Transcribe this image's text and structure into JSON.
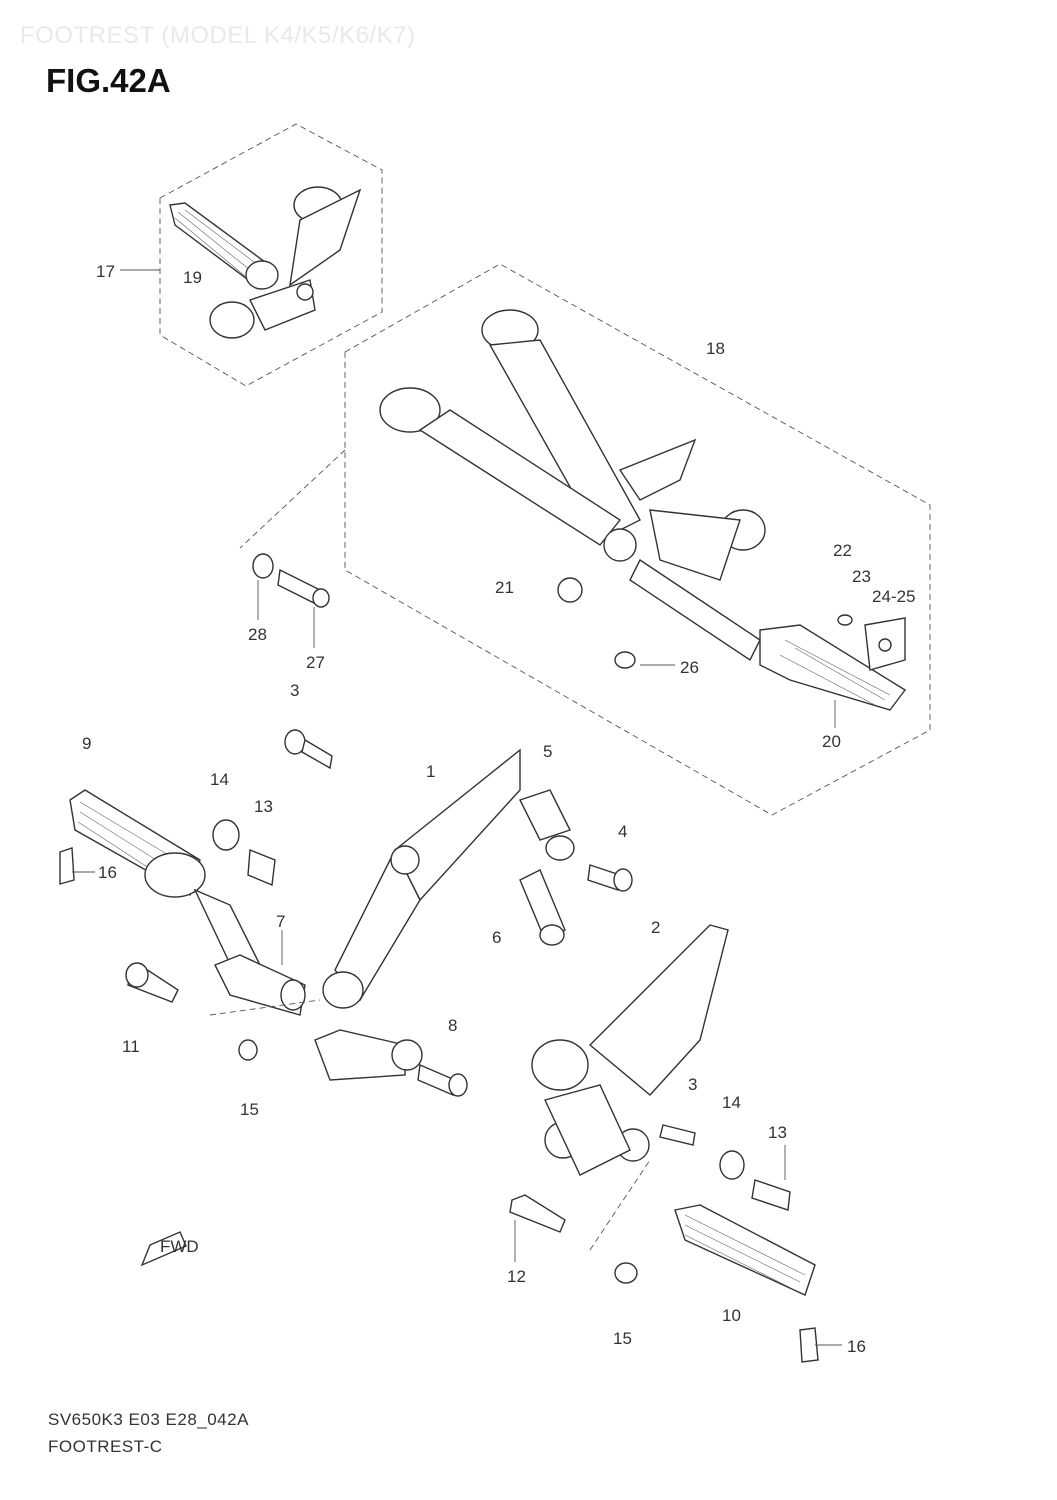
{
  "header": {
    "title": "FOOTREST (MODEL K4/K5/K6/K7)"
  },
  "figure": {
    "number": "FIG.42A"
  },
  "callouts": {
    "c1": "1",
    "c2": "2",
    "c3a": "3",
    "c3b": "3",
    "c4": "4",
    "c5": "5",
    "c6": "6",
    "c7": "7",
    "c8": "8",
    "c9": "9",
    "c10": "10",
    "c11": "11",
    "c12": "12",
    "c13a": "13",
    "c13b": "13",
    "c14a": "14",
    "c14b": "14",
    "c15a": "15",
    "c15b": "15",
    "c16a": "16",
    "c16b": "16",
    "c17": "17",
    "c18": "18",
    "c19": "19",
    "c20": "20",
    "c21": "21",
    "c22": "22",
    "c23": "23",
    "c2425": "24-25",
    "c26": "26",
    "c27": "27",
    "c28": "28"
  },
  "fwd_label": "FWD",
  "footer": {
    "code": "SV650K3 E03 E28_042A",
    "name": "FOOTREST-C"
  }
}
